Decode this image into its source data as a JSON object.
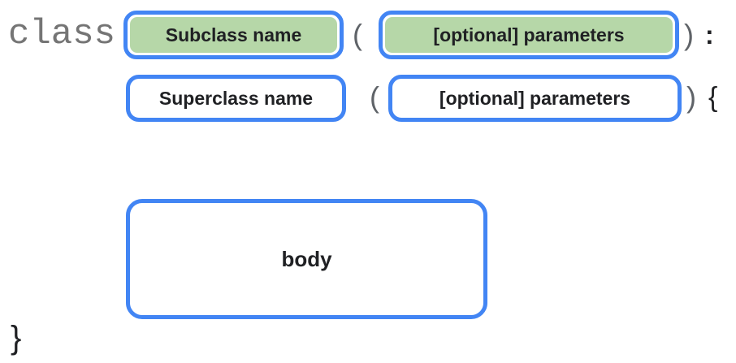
{
  "diagram": {
    "keyword": "class",
    "row1": {
      "subclass_label": "Subclass name",
      "open_paren": "(",
      "params_label": "[optional] parameters",
      "close_paren": ")",
      "colon": ":"
    },
    "row2": {
      "superclass_label": "Superclass name",
      "open_paren": "(",
      "params_label": "[optional] parameters",
      "close_paren": ")",
      "open_brace": "{"
    },
    "body": {
      "label": "body"
    },
    "close_brace": "}",
    "colors": {
      "box_border_blue": "#4285F4",
      "box_fill_green": "#B6D7A8",
      "box_fill_white": "#FFFFFF",
      "keyword_gray": "#757575",
      "punctuation_gray": "#5F6368",
      "text_black": "#202124"
    }
  }
}
